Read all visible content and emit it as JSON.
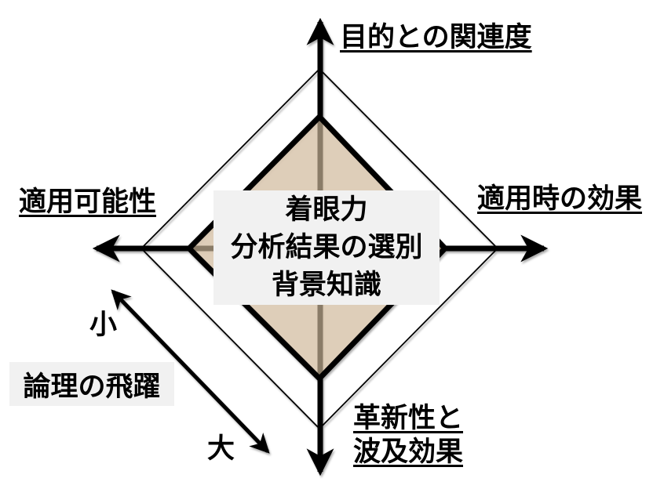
{
  "diagram": {
    "axes": {
      "top_label": "目的との関連度",
      "left_label": "適用可能性",
      "right_label": "適用時の効果",
      "bottom_label": "革新性と\n波及効果"
    },
    "center_box_text": "着眼力\n分析結果の選別\n背景知識",
    "diagonal_axis": {
      "label": "論理の飛躍",
      "min_label": "小",
      "max_label": "大"
    },
    "colors": {
      "axis_line": "#000000",
      "inner_diamond_fill": "#dbc3a5",
      "inner_diamond_fill_opacity": "0.63",
      "inner_diamond_border": "#000000",
      "outer_diamond_border": "#000000",
      "label_box_background": "#f1f1f1",
      "page_background": "#ffffff",
      "text_color": "#000000"
    }
  }
}
